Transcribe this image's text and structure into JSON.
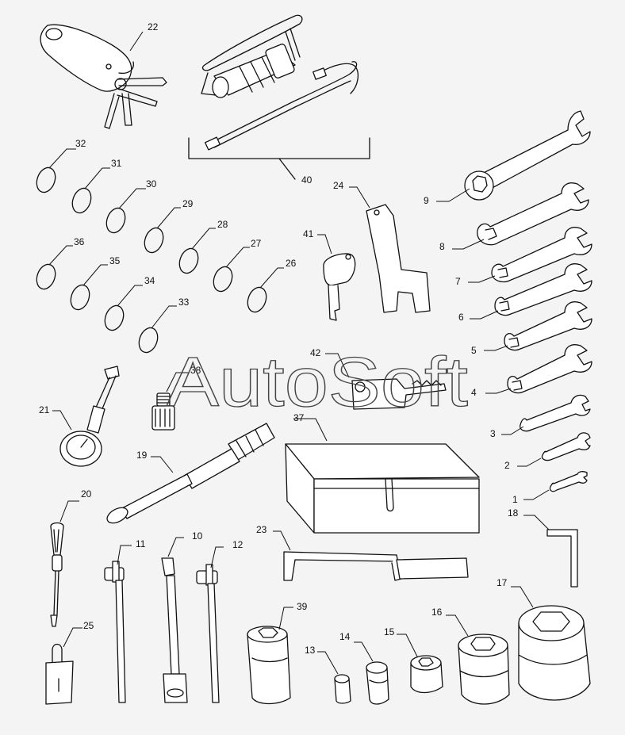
{
  "watermark": "AutoSoft",
  "parts": [
    {
      "ref": "22",
      "kind": "key-pouch"
    },
    {
      "ref": "40",
      "kind": "grease-gun"
    },
    {
      "ref": "32",
      "kind": "o-ring"
    },
    {
      "ref": "31",
      "kind": "o-ring"
    },
    {
      "ref": "30",
      "kind": "o-ring"
    },
    {
      "ref": "29",
      "kind": "o-ring"
    },
    {
      "ref": "28",
      "kind": "o-ring"
    },
    {
      "ref": "27",
      "kind": "o-ring"
    },
    {
      "ref": "26",
      "kind": "o-ring"
    },
    {
      "ref": "36",
      "kind": "o-ring"
    },
    {
      "ref": "35",
      "kind": "o-ring"
    },
    {
      "ref": "34",
      "kind": "o-ring"
    },
    {
      "ref": "33",
      "kind": "o-ring"
    },
    {
      "ref": "24",
      "kind": "spanner-bracket"
    },
    {
      "ref": "41",
      "kind": "ignition-key"
    },
    {
      "ref": "42",
      "kind": "key-plate"
    },
    {
      "ref": "9",
      "kind": "combination-wrench"
    },
    {
      "ref": "8",
      "kind": "open-end-wrench"
    },
    {
      "ref": "7",
      "kind": "open-end-wrench"
    },
    {
      "ref": "6",
      "kind": "open-end-wrench"
    },
    {
      "ref": "5",
      "kind": "open-end-wrench"
    },
    {
      "ref": "4",
      "kind": "open-end-wrench"
    },
    {
      "ref": "3",
      "kind": "open-end-wrench"
    },
    {
      "ref": "2",
      "kind": "open-end-wrench"
    },
    {
      "ref": "1",
      "kind": "open-end-wrench"
    },
    {
      "ref": "21",
      "kind": "pressure-gauge"
    },
    {
      "ref": "38",
      "kind": "valve-adapter"
    },
    {
      "ref": "37",
      "kind": "tool-box"
    },
    {
      "ref": "19",
      "kind": "extension-handle"
    },
    {
      "ref": "20",
      "kind": "screwdriver"
    },
    {
      "ref": "18",
      "kind": "hex-key"
    },
    {
      "ref": "23",
      "kind": "lever"
    },
    {
      "ref": "11",
      "kind": "t-handle"
    },
    {
      "ref": "10",
      "kind": "socket-handle"
    },
    {
      "ref": "12",
      "kind": "t-handle"
    },
    {
      "ref": "17",
      "kind": "socket"
    },
    {
      "ref": "39",
      "kind": "socket"
    },
    {
      "ref": "16",
      "kind": "socket"
    },
    {
      "ref": "15",
      "kind": "socket"
    },
    {
      "ref": "14",
      "kind": "socket"
    },
    {
      "ref": "13",
      "kind": "socket"
    },
    {
      "ref": "25",
      "kind": "padlock"
    }
  ]
}
